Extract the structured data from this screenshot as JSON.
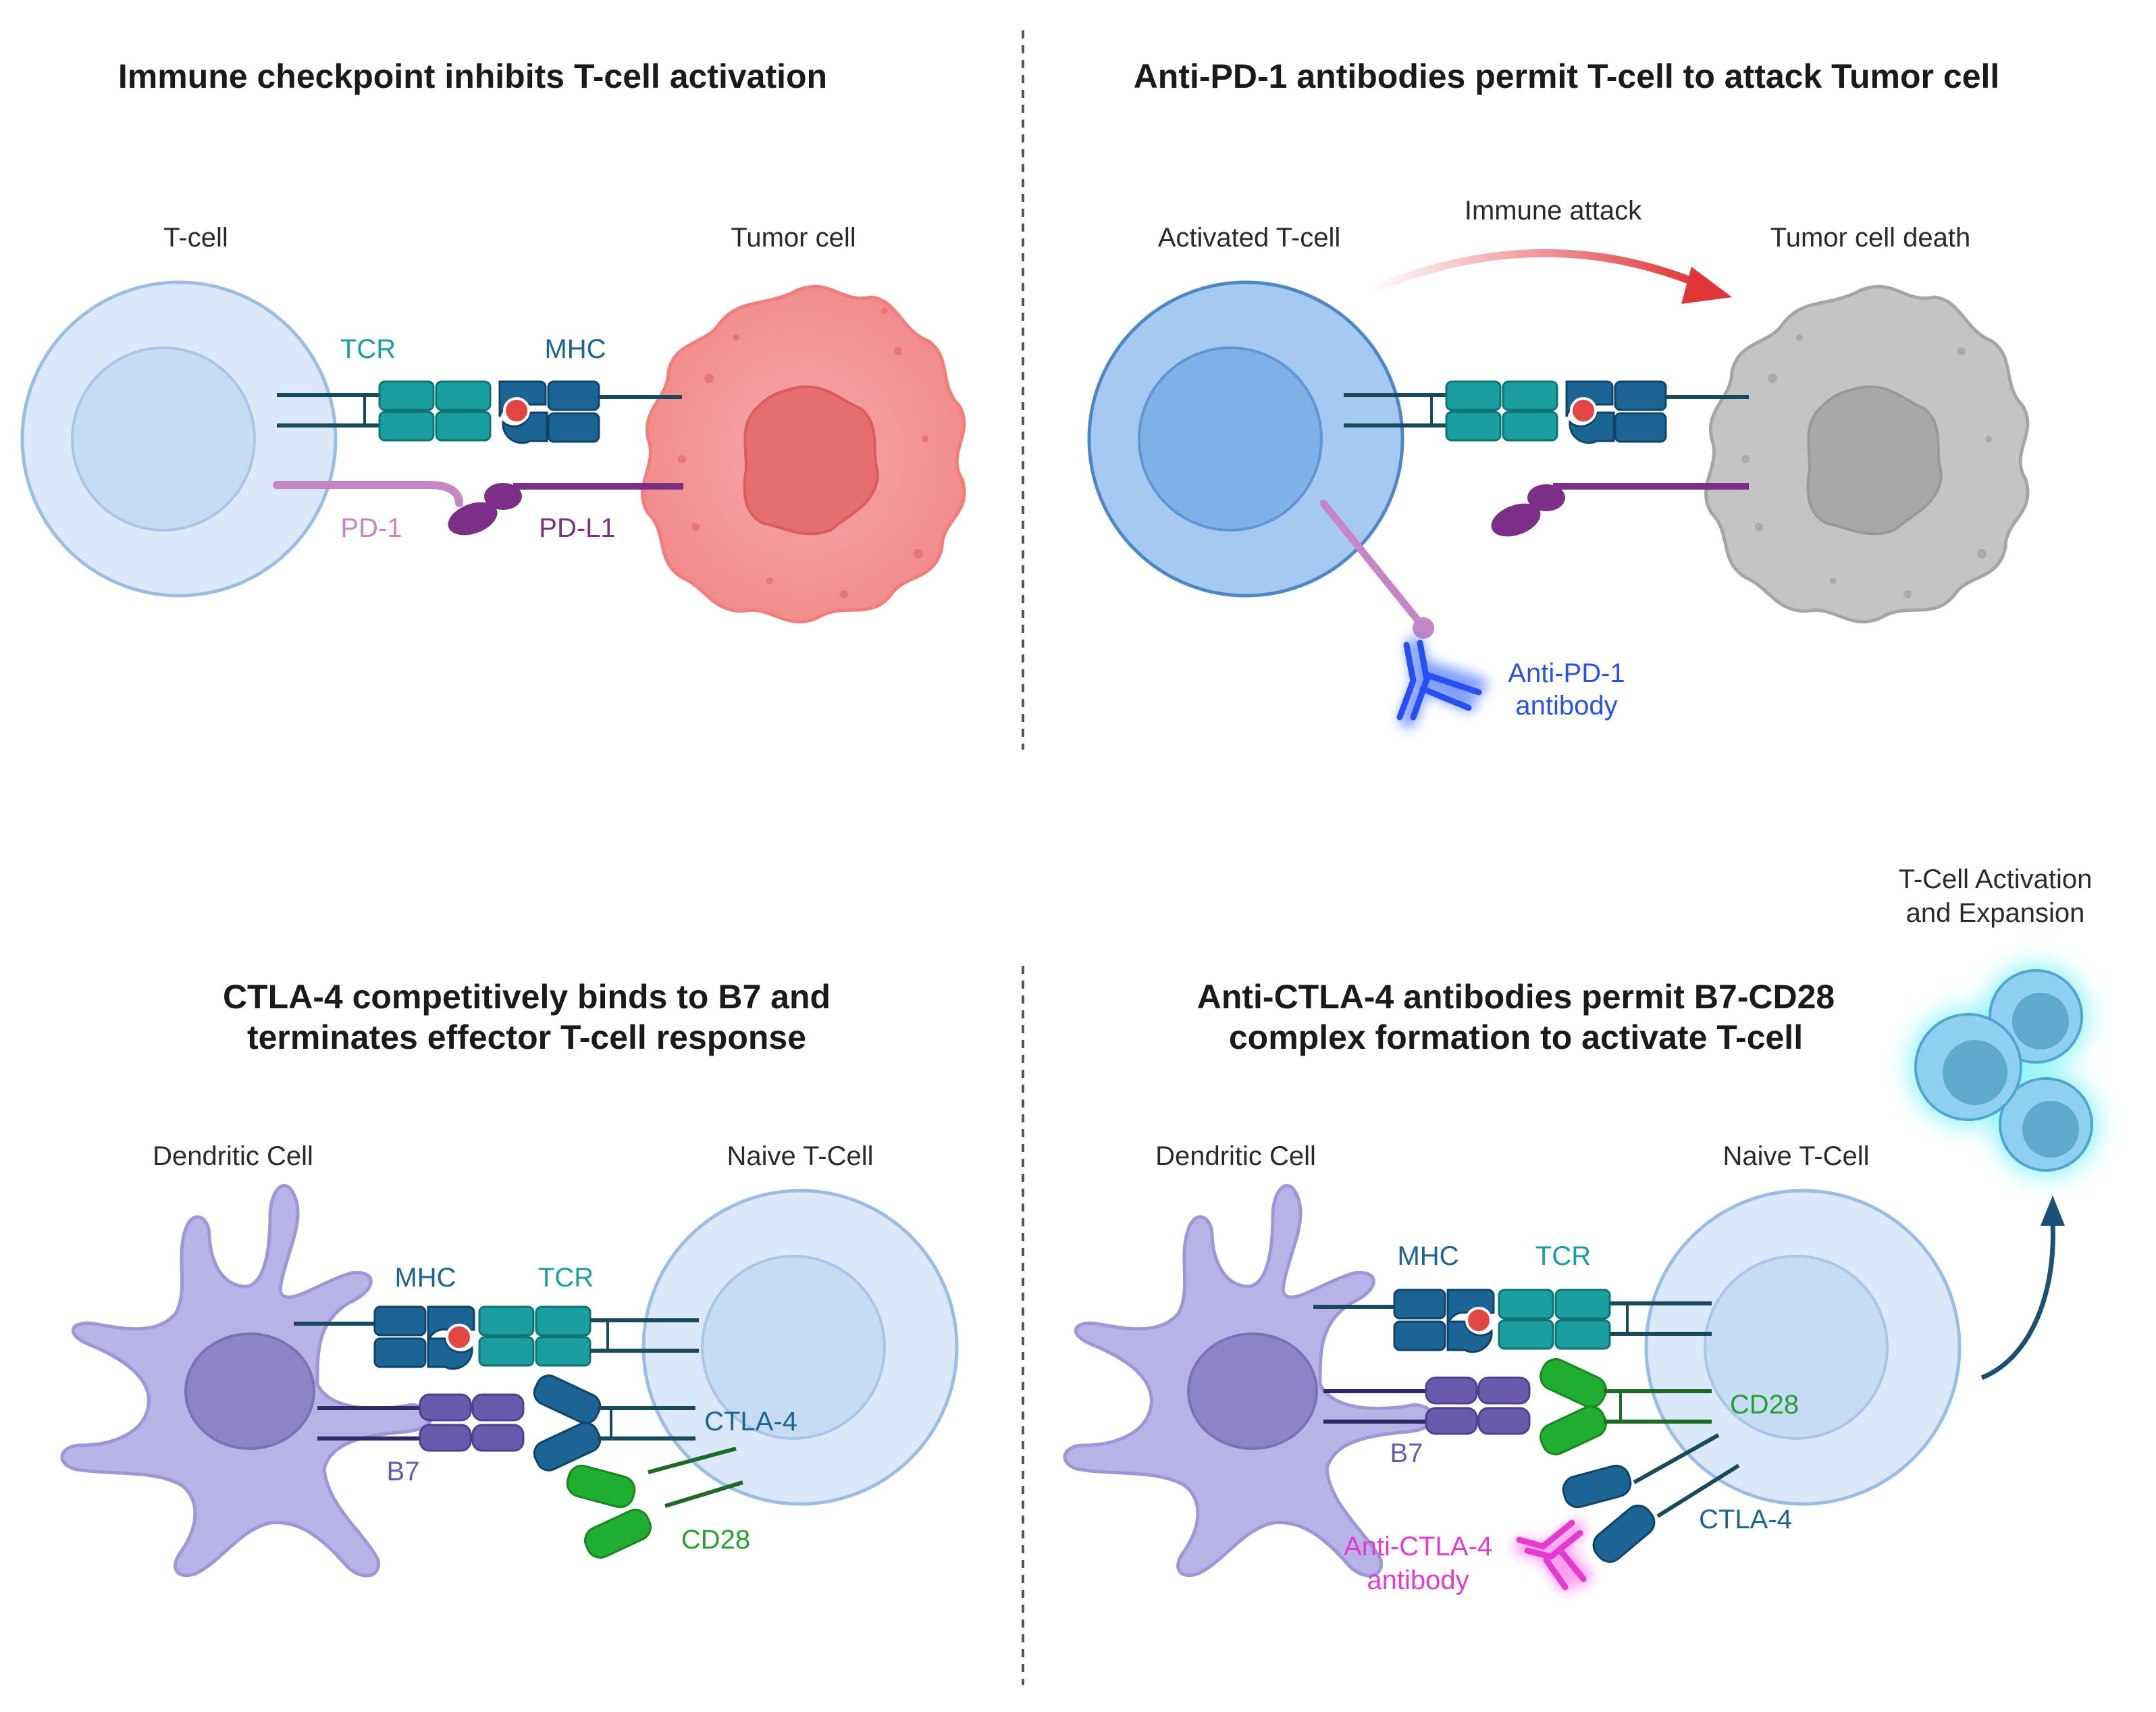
{
  "panels": {
    "pd1_checkpoint": {
      "title": "Immune checkpoint inhibits T-cell activation",
      "tcell": "T-cell",
      "tumor": "Tumor cell",
      "tcr": "TCR",
      "mhc": "MHC",
      "pd1": "PD-1",
      "pdl1": "PD-L1"
    },
    "anti_pd1": {
      "title": "Anti-PD-1 antibodies permit T-cell to attack Tumor cell",
      "tcell": "Activated T-cell",
      "tumor": "Tumor cell death",
      "attack": "Immune attack",
      "antibody_line1": "Anti-PD-1",
      "antibody_line2": "antibody"
    },
    "ctla4": {
      "title_line1": "CTLA-4 competitively binds to B7 and",
      "title_line2": "terminates effector T-cell response",
      "dc": "Dendritic Cell",
      "tcell": "Naive T-Cell",
      "mhc": "MHC",
      "tcr": "TCR",
      "ctla4": "CTLA-4",
      "b7": "B7",
      "cd28": "CD28"
    },
    "anti_ctla4": {
      "title_line1": "Anti-CTLA-4 antibodies permit B7-CD28",
      "title_line2": "complex formation to activate T-cell",
      "dc": "Dendritic Cell",
      "tcell": "Naive T-Cell",
      "mhc": "MHC",
      "tcr": "TCR",
      "cd28": "CD28",
      "b7": "B7",
      "ctla4": "CTLA-4",
      "antibody_line1": "Anti-CTLA-4",
      "antibody_line2": "antibody",
      "expansion_line1": "T-Cell Activation",
      "expansion_line2": "and Expansion"
    }
  },
  "colors": {
    "tcr": "#1a9ea0",
    "mhc": "#1b6494",
    "pd1": "#c685c6",
    "pdl1": "#7b2f86",
    "b7": "#6a5aad",
    "cd28": "#2a9d35",
    "ctla4": "#1b6494",
    "attack": "#e0363a",
    "anti_pd1": "#2a4ff0",
    "anti_ctla4": "#e53ad0"
  }
}
